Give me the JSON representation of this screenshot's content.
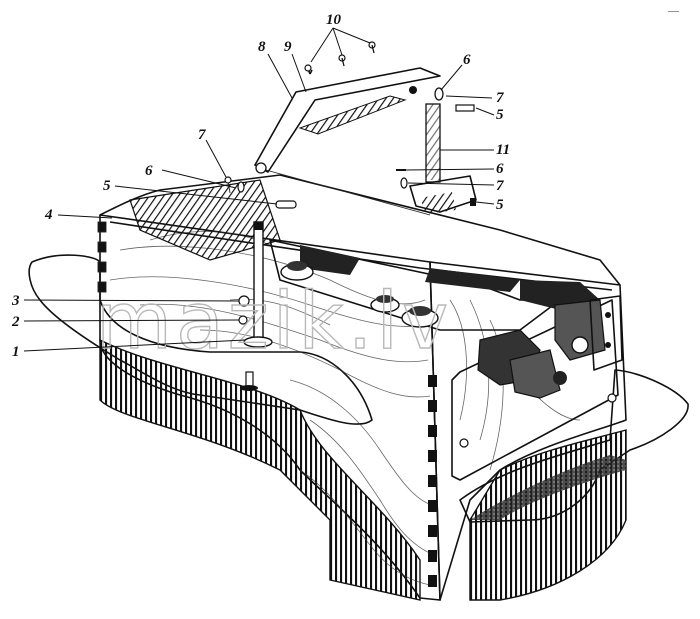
{
  "figure": {
    "corner_mark": "—"
  },
  "watermark": "mazik.lv",
  "callouts": [
    {
      "id": "c10",
      "label": "10"
    },
    {
      "id": "c8",
      "label": "8"
    },
    {
      "id": "c9",
      "label": "9"
    },
    {
      "id": "c6a",
      "label": "6"
    },
    {
      "id": "c7a",
      "label": "7"
    },
    {
      "id": "c5a",
      "label": "5"
    },
    {
      "id": "c11",
      "label": "11"
    },
    {
      "id": "c6b",
      "label": "6"
    },
    {
      "id": "c7b",
      "label": "7"
    },
    {
      "id": "c5b",
      "label": "5"
    },
    {
      "id": "c7c",
      "label": "7"
    },
    {
      "id": "c6c",
      "label": "6"
    },
    {
      "id": "c5c",
      "label": "5"
    },
    {
      "id": "c4",
      "label": "4"
    },
    {
      "id": "c3",
      "label": "3"
    },
    {
      "id": "c2",
      "label": "2"
    },
    {
      "id": "c1",
      "label": "1"
    }
  ]
}
